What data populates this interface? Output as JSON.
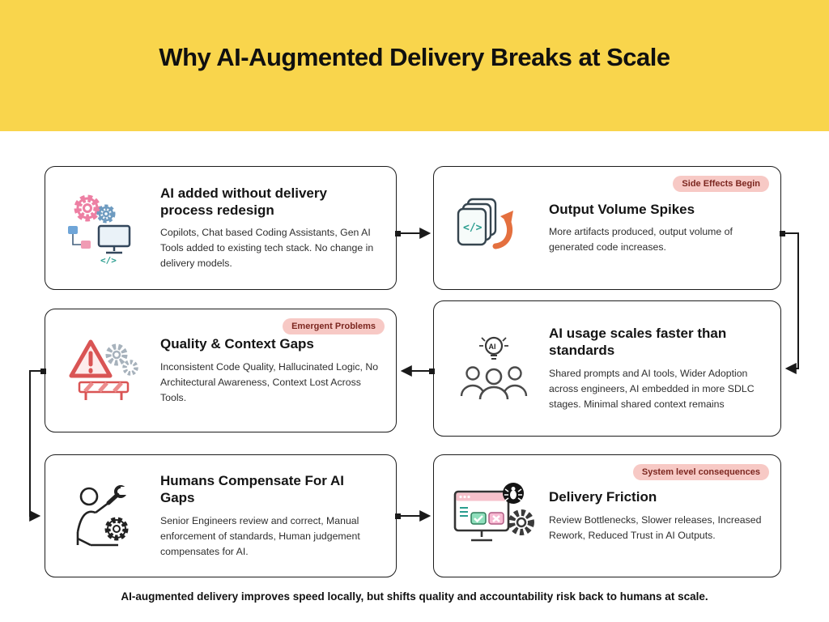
{
  "page": {
    "title": "Why AI-Augmented Delivery Breaks at Scale",
    "footer": "AI-augmented delivery improves speed locally, but shifts quality and accountability risk back to humans at scale."
  },
  "colors": {
    "header_bg": "#F9D54C",
    "card_border": "#1C1C1C",
    "badge_bg": "#F7C9C5",
    "badge_text": "#7C2720",
    "accent_teal": "#2A9D8F",
    "accent_orange": "#E4703F",
    "accent_pink": "#ED7FA3",
    "accent_blue": "#6E9BC0",
    "warning_red": "#D95454",
    "success_green": "#8FDFBC",
    "fail_pink": "#F7B9D2"
  },
  "cards": [
    {
      "title": "AI added without delivery process redesign",
      "body": "Copilots, Chat based Coding Assistants, Gen AI Tools added to existing tech stack. No change in delivery models.",
      "icon": "gears-monitor-icon"
    },
    {
      "title": "Output Volume Spikes",
      "badge": "Side Effects Begin",
      "body": "More artifacts produced, output volume of generated code increases.",
      "icon": "code-cards-arrow-icon"
    },
    {
      "title": "Quality & Context Gaps",
      "badge": "Emergent Problems",
      "body": "Inconsistent Code Quality, Hallucinated Logic, No Architectural Awareness, Context Lost Across Tools.",
      "icon": "warning-barrier-icon"
    },
    {
      "title": "AI usage scales faster than standards",
      "body": "Shared prompts and AI tools, Wider Adoption across engineers, AI embedded in more SDLC stages. Minimal shared context remains",
      "icon": "team-ai-bulb-icon"
    },
    {
      "title": "Humans Compensate For AI Gaps",
      "body": "Senior Engineers review and correct, Manual enforcement of standards, Human judgement compensates for AI.",
      "icon": "engineer-wrench-icon"
    },
    {
      "title": "Delivery Friction",
      "badge": "System level consequences",
      "body": "Review Bottlenecks, Slower releases, Increased Rework, Reduced Trust in AI Outputs.",
      "icon": "monitor-bug-icon"
    }
  ]
}
